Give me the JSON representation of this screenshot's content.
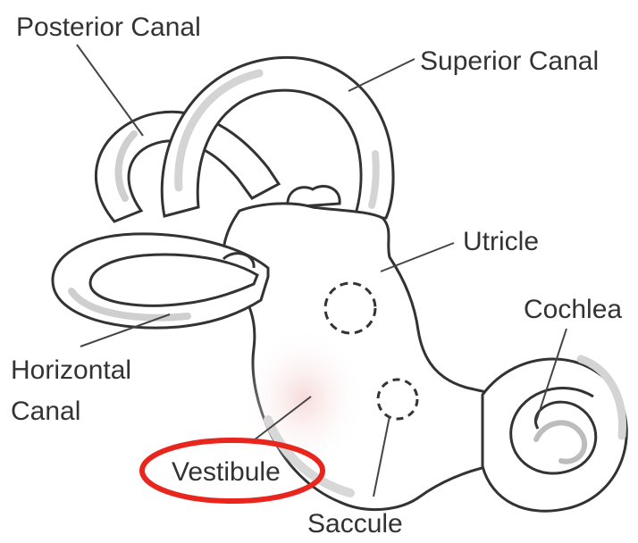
{
  "labels": {
    "posterior_canal": "Posterior Canal",
    "superior_canal": "Superior Canal",
    "utricle": "Utricle",
    "cochlea": "Cochlea",
    "horizontal_canal_line1": "Horizontal",
    "horizontal_canal_line2": "Canal",
    "vestibule": "Vestibule",
    "saccule": "Saccule"
  },
  "colors": {
    "outline": "#333333",
    "fill": "#ffffff",
    "shade": "#d9d9d9",
    "highlight": "#e8261e"
  }
}
